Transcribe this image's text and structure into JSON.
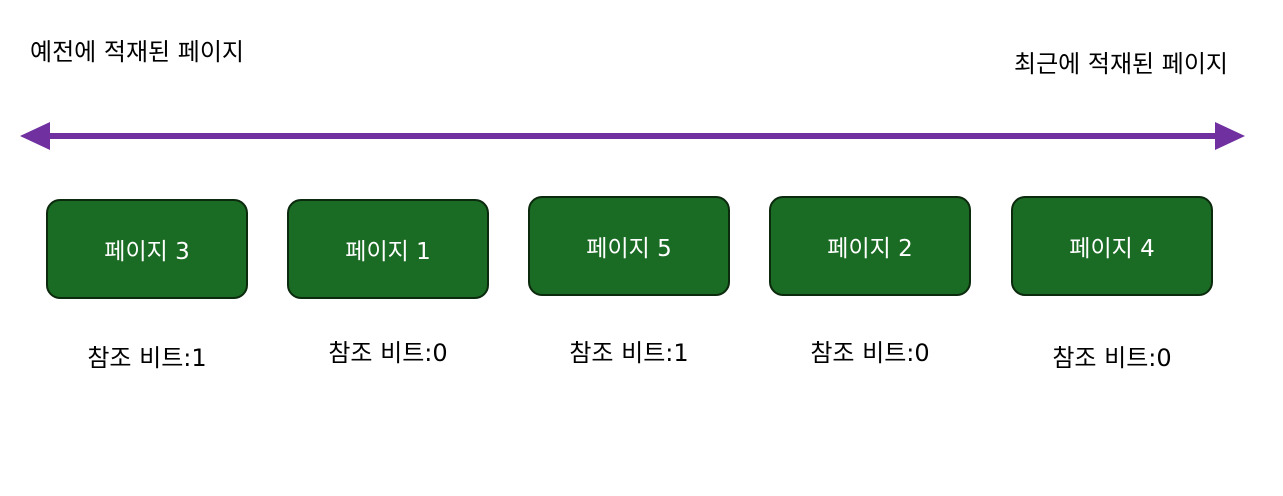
{
  "labels": {
    "older": "예전에 적재된 페이지",
    "newer": "최근에 적재된 페이지"
  },
  "colors": {
    "arrow": "#7030a0",
    "box_fill": "#1a6b23",
    "box_border": "#0c2a0e",
    "box_text": "#ffffff"
  },
  "pages": [
    {
      "name": "페이지 3",
      "bit": "참조 비트:1"
    },
    {
      "name": "페이지 1",
      "bit": "참조 비트:0"
    },
    {
      "name": "페이지 5",
      "bit": "참조 비트:1"
    },
    {
      "name": "페이지 2",
      "bit": "참조 비트:0"
    },
    {
      "name": "페이지 4",
      "bit": "참조 비트:0"
    }
  ]
}
